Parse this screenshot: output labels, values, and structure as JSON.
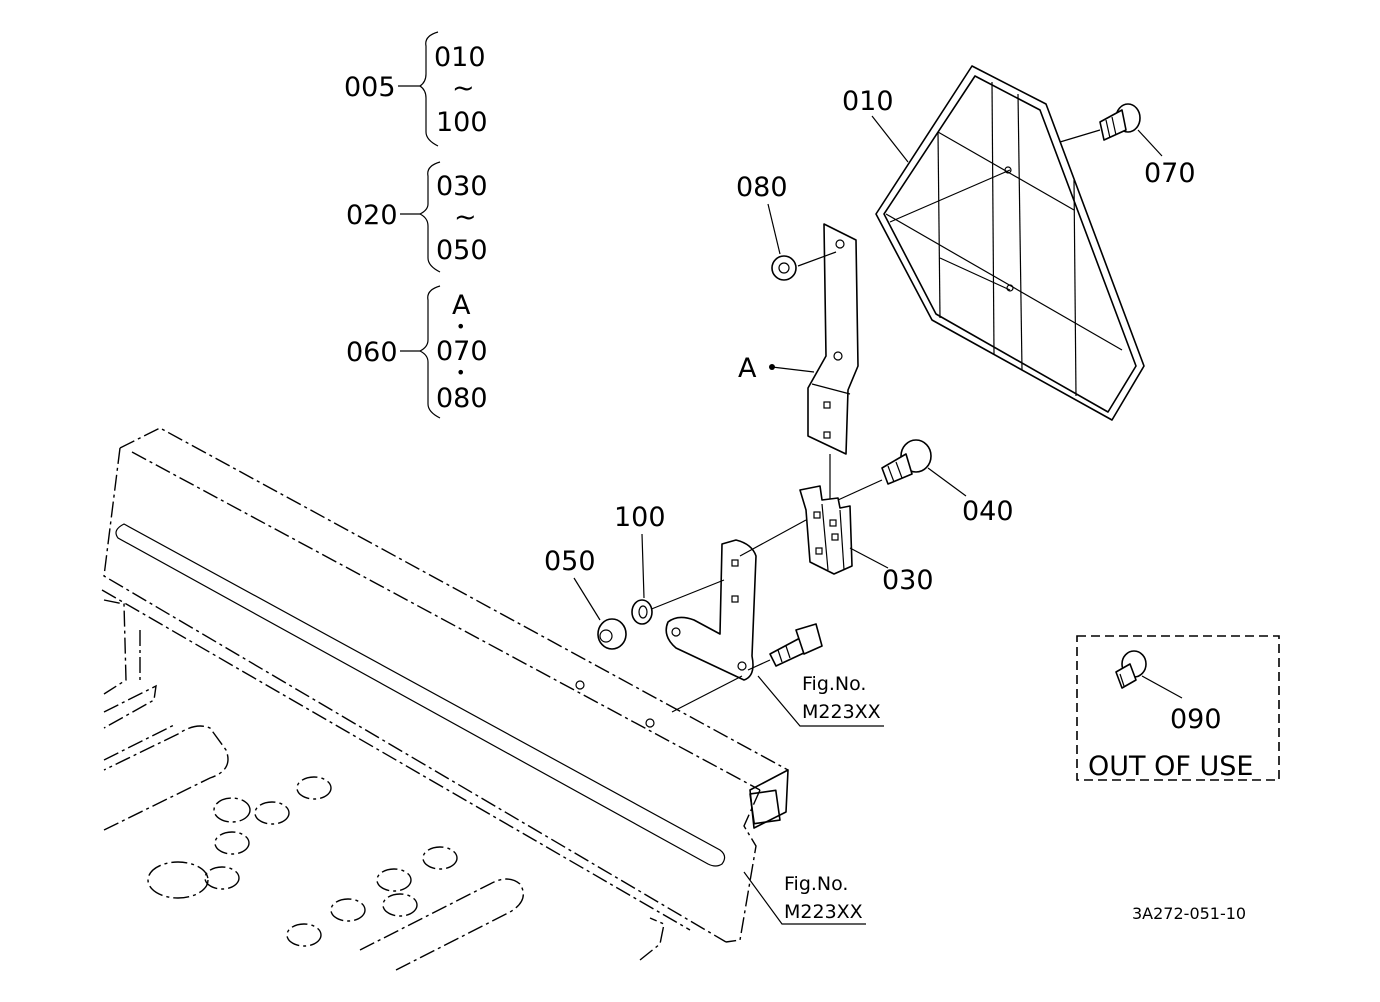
{
  "groups": [
    {
      "parent": "005",
      "from": "010",
      "tilde": "~",
      "to": "100"
    },
    {
      "parent": "020",
      "from": "030",
      "tilde": "~",
      "to": "050"
    },
    {
      "parent": "060",
      "items": [
        "A",
        "070",
        "080"
      ],
      "dot": "•"
    }
  ],
  "callouts": {
    "p010": "010",
    "p070": "070",
    "p080": "080",
    "pA": "A",
    "p040": "040",
    "p030": "030",
    "p100": "100",
    "p050": "050",
    "p090": "090"
  },
  "fig_refs": [
    {
      "line1": "Fig.No.",
      "line2": "M223XX"
    },
    {
      "line1": "Fig.No.",
      "line2": "M223XX"
    }
  ],
  "out_of_use": "OUT OF USE",
  "drawing_id": "3A272-051-10"
}
